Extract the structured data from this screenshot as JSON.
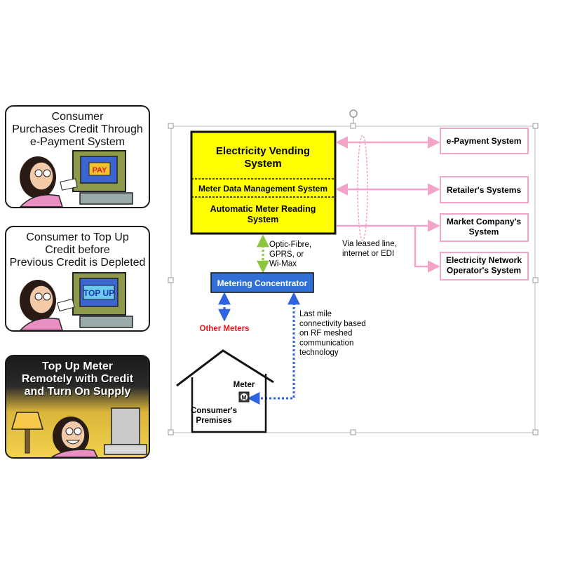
{
  "panels": [
    {
      "caption": "Consumer\nPurchases Credit Through\ne-Payment System",
      "screen_text": "PAY"
    },
    {
      "caption": "Consumer to Top Up\nCredit before\nPrevious Credit is Depleted",
      "screen_text": "TOP UP"
    },
    {
      "caption": "Top Up Meter\nRemotely with Credit\nand Turn On Supply"
    }
  ],
  "diagram": {
    "vending_system": "Electricity Vending\nSystem",
    "mdms": "Meter Data Management System",
    "amr": "Automatic Meter Reading\nSystem",
    "epayment": "e-Payment System",
    "retailers": "Retailer's Systems",
    "market": "Market Company's\nSystem",
    "network_operator": "Electricity Network\nOperator's System",
    "leased_line": "Via leased line,\ninternet or EDI",
    "optic": "Optic-Fibre,\nGPRS, or\nWi-Max",
    "concentrator": "Metering Concentrator",
    "other_meters": "Other Meters",
    "last_mile": "Last mile\nconnectivity based\non RF meshed\ncommunication\ntechnology",
    "meter": "Meter",
    "meter_symbol": "M",
    "premises": "Consumer's\nPremises"
  },
  "colors": {
    "yellow": "#ffff00",
    "pink": "#f4a3c8",
    "blue_box": "#2f6fd6",
    "blue_arrow": "#2f63e0",
    "green_arrow": "#8cc63f",
    "red_text": "#e8171b"
  }
}
